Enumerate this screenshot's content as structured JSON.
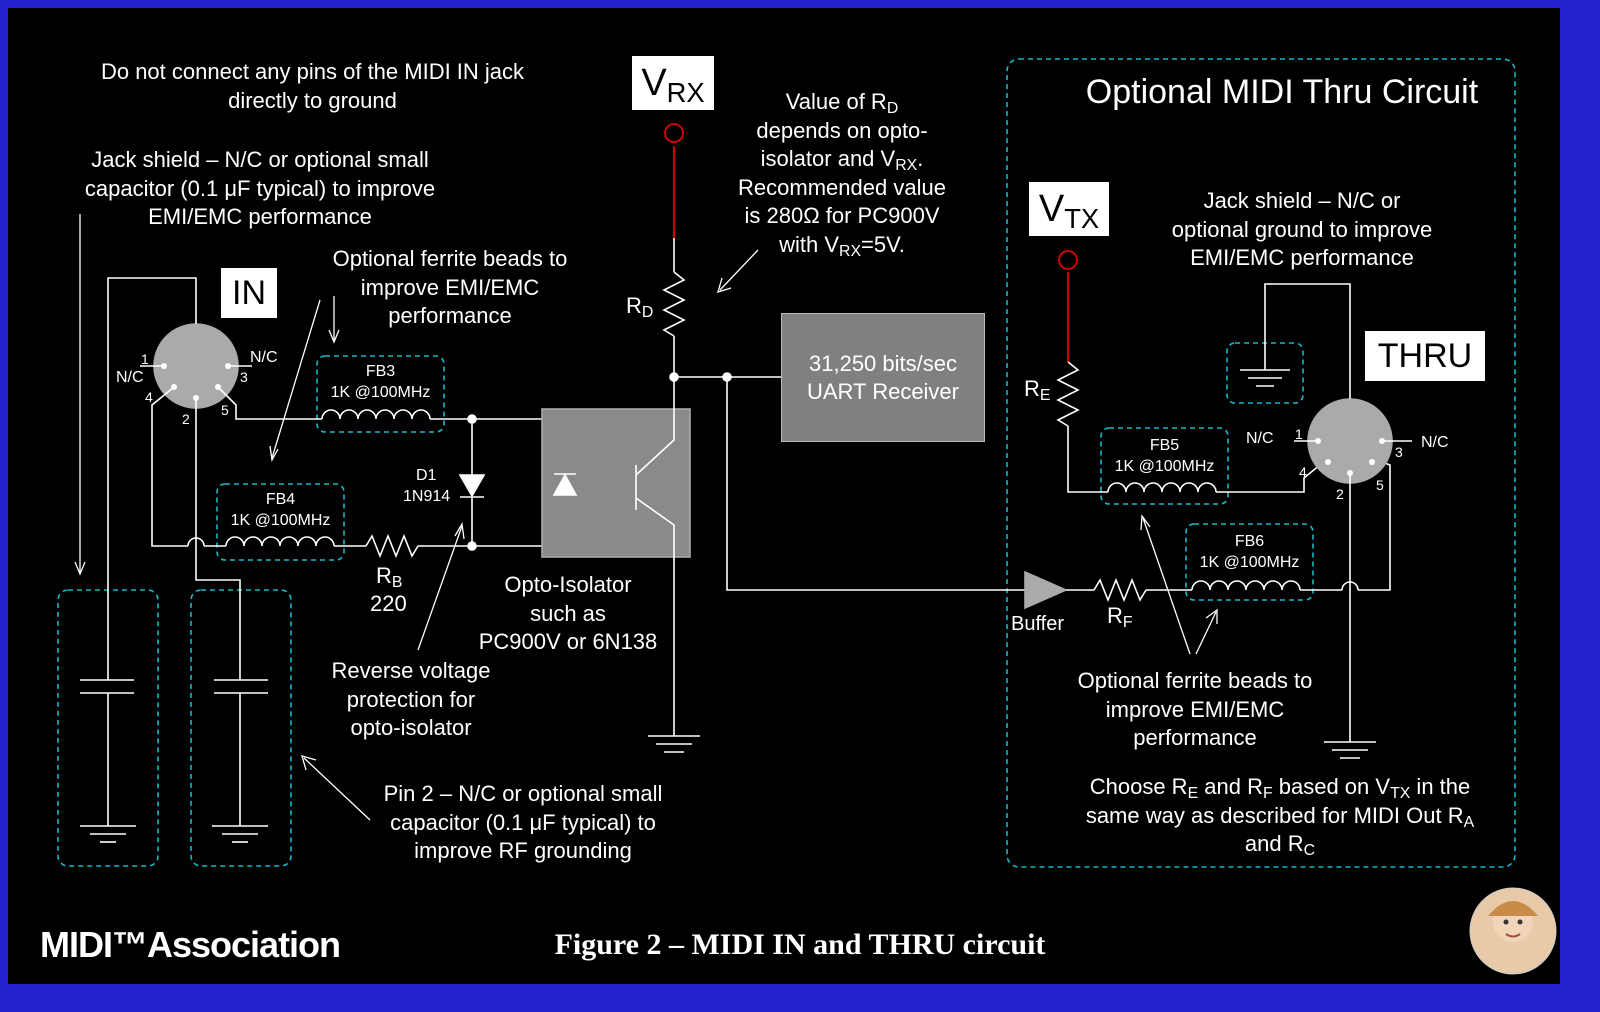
{
  "notes": {
    "no_ground": [
      "Do not connect any pins of the MIDI IN jack",
      "directly to ground"
    ],
    "jack_shield_in": [
      "Jack shield – N/C or optional small",
      "capacitor (0.1 μF typical) to improve",
      "EMI/EMC performance"
    ],
    "ferrite_in": [
      "Optional ferrite beads to",
      "improve EMI/EMC",
      "performance"
    ],
    "rd_value": {
      "l1a": "Value of R",
      "l1s": "D",
      "l2": "depends on opto-",
      "l3a": "isolator and V",
      "l3s": "RX",
      "l3b": ".",
      "l4": "Recommended value",
      "l5": "is 280Ω for PC900V",
      "l6a": "with V",
      "l6s": "RX",
      "l6b": "=5V."
    },
    "opto": [
      "Opto-Isolator",
      "such as",
      "PC900V or 6N138"
    ],
    "reverse": [
      "Reverse voltage",
      "protection for",
      "opto-isolator"
    ],
    "pin2": [
      "Pin 2 – N/C or optional small",
      "capacitor (0.1 μF typical) to",
      "improve RF grounding"
    ],
    "jack_shield_thru": [
      "Jack shield – N/C or",
      "optional ground to improve",
      "EMI/EMC performance"
    ],
    "ferrite_thru": [
      "Optional ferrite beads to",
      "improve EMI/EMC",
      "performance"
    ],
    "choose": {
      "l1a": "Choose R",
      "l1s1": "E",
      "l1b": " and R",
      "l1s2": "F",
      "l1c": " based on V",
      "l1s3": "TX",
      "l1d": " in the",
      "l2a": "same way as described for MIDI Out R",
      "l2s": "A",
      "l3a": "and R",
      "l3s": "C"
    }
  },
  "labels": {
    "in_jack": "IN",
    "thru_jack": "THRU",
    "optional_thru_title": "Optional MIDI Thru Circuit",
    "vrx_main": "V",
    "vrx_sub": "RX",
    "vtx_main": "V",
    "vtx_sub": "TX",
    "rd_main": "R",
    "rd_sub": "D",
    "re_main": "R",
    "re_sub": "E",
    "rf_main": "R",
    "rf_sub": "F",
    "rb_main": "R",
    "rb_sub": "B",
    "rb_value": "220",
    "d1": "D1",
    "d1_part": "1N914",
    "fb3": "FB3",
    "fb4": "FB4",
    "fb5": "FB5",
    "fb6": "FB6",
    "fb_value": "1K @100MHz",
    "uart": [
      "31,250 bits/sec",
      "UART Receiver"
    ],
    "buffer": "Buffer",
    "nc": "N/C",
    "pins": [
      "1",
      "2",
      "3",
      "4",
      "5"
    ]
  },
  "footer": {
    "logo": "MIDI™Association",
    "caption": "Figure 2 – MIDI IN and THRU circuit"
  },
  "colors": {
    "background": "#000000",
    "border": "#2222cc",
    "wire": "#ffffff",
    "supply_wire": "#cc0000",
    "dashed_boxes": "#18b8c8",
    "uart_fill": "#808080"
  }
}
